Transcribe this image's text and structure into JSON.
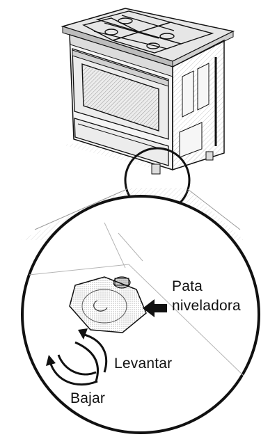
{
  "labels": {
    "leveling_leg_line1": "Pata",
    "leveling_leg_line2": "niveladora",
    "raise": "Levantar",
    "lower": "Bajar"
  },
  "colors": {
    "line": "#111111",
    "hatch": "#9a9a9a",
    "background": "#ffffff"
  }
}
